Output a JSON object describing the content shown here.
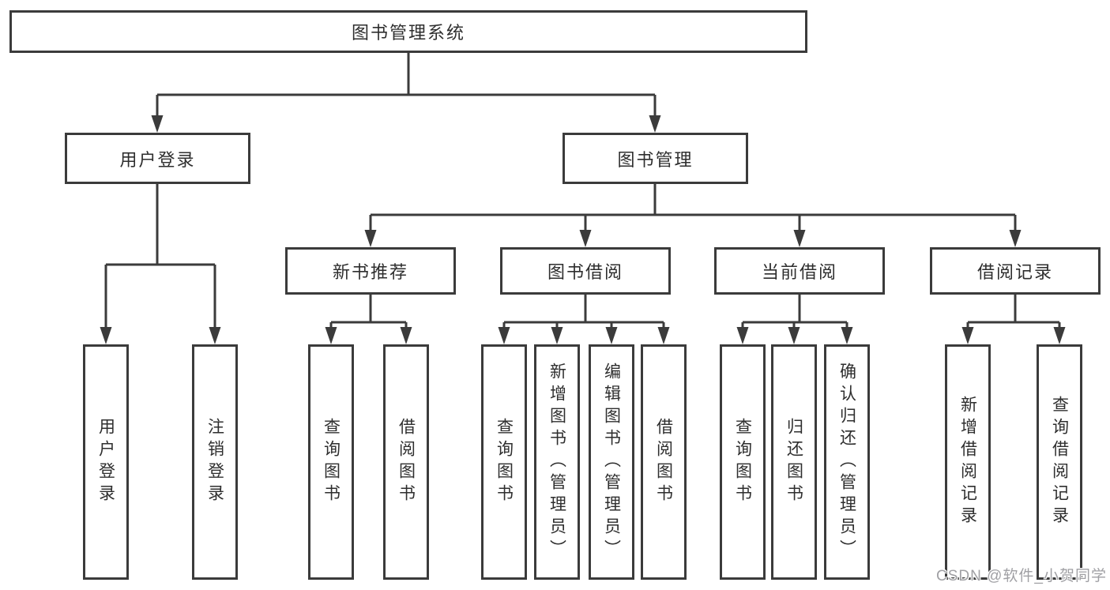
{
  "tree": {
    "label": "图书管理系统",
    "children": [
      {
        "label": "用户登录",
        "children": [
          {
            "label": "用户登录"
          },
          {
            "label": "注销登录"
          }
        ]
      },
      {
        "label": "图书管理",
        "children": [
          {
            "label": "新书推荐",
            "children": [
              {
                "label": "查询图书"
              },
              {
                "label": "借阅图书"
              }
            ]
          },
          {
            "label": "图书借阅",
            "children": [
              {
                "label": "查询图书"
              },
              {
                "label": "新增图书（管理员）"
              },
              {
                "label": "编辑图书（管理员）"
              },
              {
                "label": "借阅图书"
              }
            ]
          },
          {
            "label": "当前借阅",
            "children": [
              {
                "label": "查询图书"
              },
              {
                "label": "归还图书"
              },
              {
                "label": "确认归还（管理员）"
              }
            ]
          },
          {
            "label": "借阅记录",
            "children": [
              {
                "label": "新增借阅记录"
              },
              {
                "label": "查询借阅记录"
              }
            ]
          }
        ]
      }
    ]
  },
  "watermark": {
    "text": "CSDN @软件_小贺同学"
  },
  "colors": {
    "line": "#3b3b3b",
    "box_border": "#3b3b3b",
    "text": "#2e2e2e",
    "background": "#ffffff",
    "watermark_text": "#a0a0a4"
  }
}
